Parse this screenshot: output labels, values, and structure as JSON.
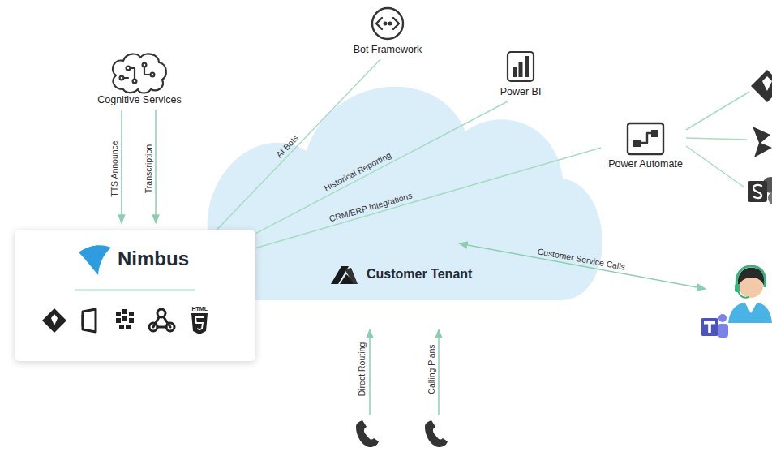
{
  "diagram": {
    "nodes": [
      {
        "text": [
          "Bot Framework"
        ]
      },
      {
        "text": [
          "Cognitive Services"
        ]
      },
      {
        "text": [
          "Power BI"
        ]
      },
      {
        "text": [
          "Power Automate"
        ]
      },
      {
        "text": [
          "Nimbus"
        ]
      },
      {
        "text": [
          "Customer Tenant"
        ]
      }
    ],
    "edges": [
      {
        "from": 1,
        "to": 4,
        "label": "TTS Announce",
        "arrow": "to"
      },
      {
        "from": 1,
        "to": 4,
        "label": "Transcription",
        "arrow": "to"
      },
      {
        "from": 4,
        "to": 0,
        "label": "AI Bots",
        "arrow": "none"
      },
      {
        "from": 4,
        "to": 2,
        "label": "Historical Reporting",
        "arrow": "none"
      },
      {
        "from": 4,
        "to": 3,
        "label": "CRM/ERP Integrations",
        "arrow": "none"
      }
    ],
    "labels": [
      "Customer Service Calls",
      "Direct Routing",
      "Calling Plans",
      "HTML"
    ]
  }
}
